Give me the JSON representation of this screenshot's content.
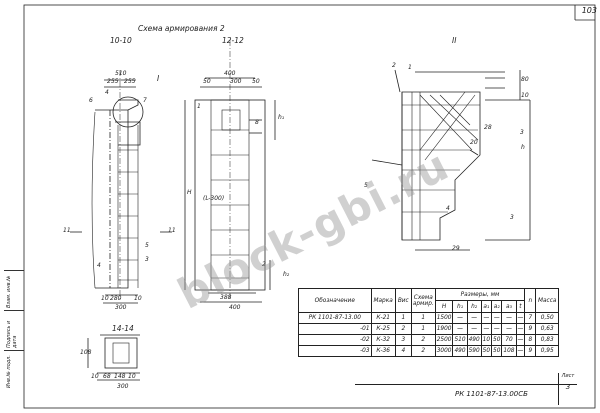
{
  "page_number": "103",
  "title": "Схема армирования 2",
  "sections": {
    "s1": "10-10",
    "s2": "12-12",
    "s3": "14-14",
    "view": "II",
    "mark_I": "I",
    "mark_11a": "11",
    "mark_11b": "11"
  },
  "dims": {
    "d510": "510",
    "d255a": "255",
    "d255b": "255",
    "d400a": "400",
    "d400b": "400",
    "d300a": "300",
    "d300b": "300",
    "d280": "280",
    "d388": "388",
    "d108": "108",
    "d80": "80",
    "d10a": "10",
    "d10b": "10",
    "d10c": "10",
    "d50a": "50",
    "d50b": "50",
    "d20": "20",
    "d29": "29",
    "d28": "28",
    "h": "h",
    "h1": "h₁",
    "h2": "h₂",
    "H": "H",
    "l": "(L-300)",
    "n1": "1",
    "n2": "2",
    "n3": "3",
    "n4": "4",
    "n5": "5",
    "n6": "6",
    "n7": "7",
    "n8": "8",
    "b14": "10 ",
    "b15": "68 ",
    "b16": "148 ",
    "b17": "10"
  },
  "watermark": "block-gbi.ru",
  "side_stamp": [
    "Инв.№ подл.",
    "Подпись и дата",
    "Взам. инв.№"
  ],
  "table": {
    "headers": [
      "Обозначение",
      "Марка",
      "Вис",
      "Схема армир.",
      "Размеры, мм",
      "n",
      "Масса"
    ],
    "subheaders": [
      "H",
      "h₁",
      "h₂",
      "a₁",
      "a₂",
      "a₃",
      "t"
    ],
    "rows": [
      {
        "designation": "РК 1101-87-13.00",
        "mark": "К-21",
        "vis": "1",
        "scheme": "1",
        "H": "1500",
        "h1": "—",
        "h2": "—",
        "a1": "—",
        "a2": "—",
        "a3": "—",
        "t": "—",
        "n": "7",
        "mass": "0,50"
      },
      {
        "designation": "-01",
        "mark": "К-25",
        "vis": "2",
        "scheme": "1",
        "H": "1900",
        "h1": "—",
        "h2": "—",
        "a1": "—",
        "a2": "—",
        "a3": "—",
        "t": "—",
        "n": "9",
        "mass": "0,63"
      },
      {
        "designation": "-02",
        "mark": "К-32",
        "vis": "3",
        "scheme": "2",
        "H": "2500",
        "h1": "510",
        "h2": "490",
        "a1": "10",
        "a2": "50",
        "a3": "70",
        "t": "—",
        "n": "8",
        "mass": "0,83"
      },
      {
        "designation": "-03",
        "mark": "К-36",
        "vis": "4",
        "scheme": "2",
        "H": "3000",
        "h1": "490",
        "h2": "590",
        "a1": "50",
        "a2": "50",
        "a3": "108",
        "t": "—",
        "n": "9",
        "mass": "0,95"
      }
    ]
  },
  "stamp": {
    "code": "РК 1101-87-13.00СБ",
    "sheet_label": "Лист",
    "sheet_no": "3"
  }
}
